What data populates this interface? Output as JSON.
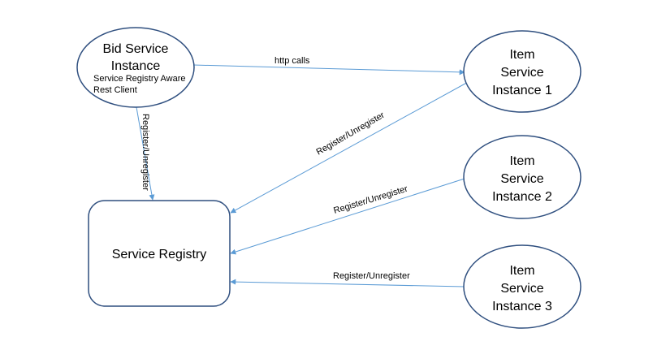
{
  "nodes": {
    "bid_service": {
      "title_line1": "Bid Service",
      "title_line2": "Instance",
      "sub_line1": "Service Registry Aware",
      "sub_line2": "Rest Client"
    },
    "item_1": {
      "line1": "Item",
      "line2": "Service",
      "line3": "Instance 1"
    },
    "item_2": {
      "line1": "Item",
      "line2": "Service",
      "line3": "Instance 2"
    },
    "item_3": {
      "line1": "Item",
      "line2": "Service",
      "line3": "Instance 3"
    },
    "registry": {
      "label": "Service Registry"
    }
  },
  "edges": {
    "http_calls": "http calls",
    "bid_register": "Register/Unregister",
    "item1_register": "Register/Unregister",
    "item2_register": "Register/Unregister",
    "item3_register": "Register/Unregister"
  },
  "colors": {
    "edge": "#5b9bd5",
    "outline": "#2f4f7f"
  }
}
